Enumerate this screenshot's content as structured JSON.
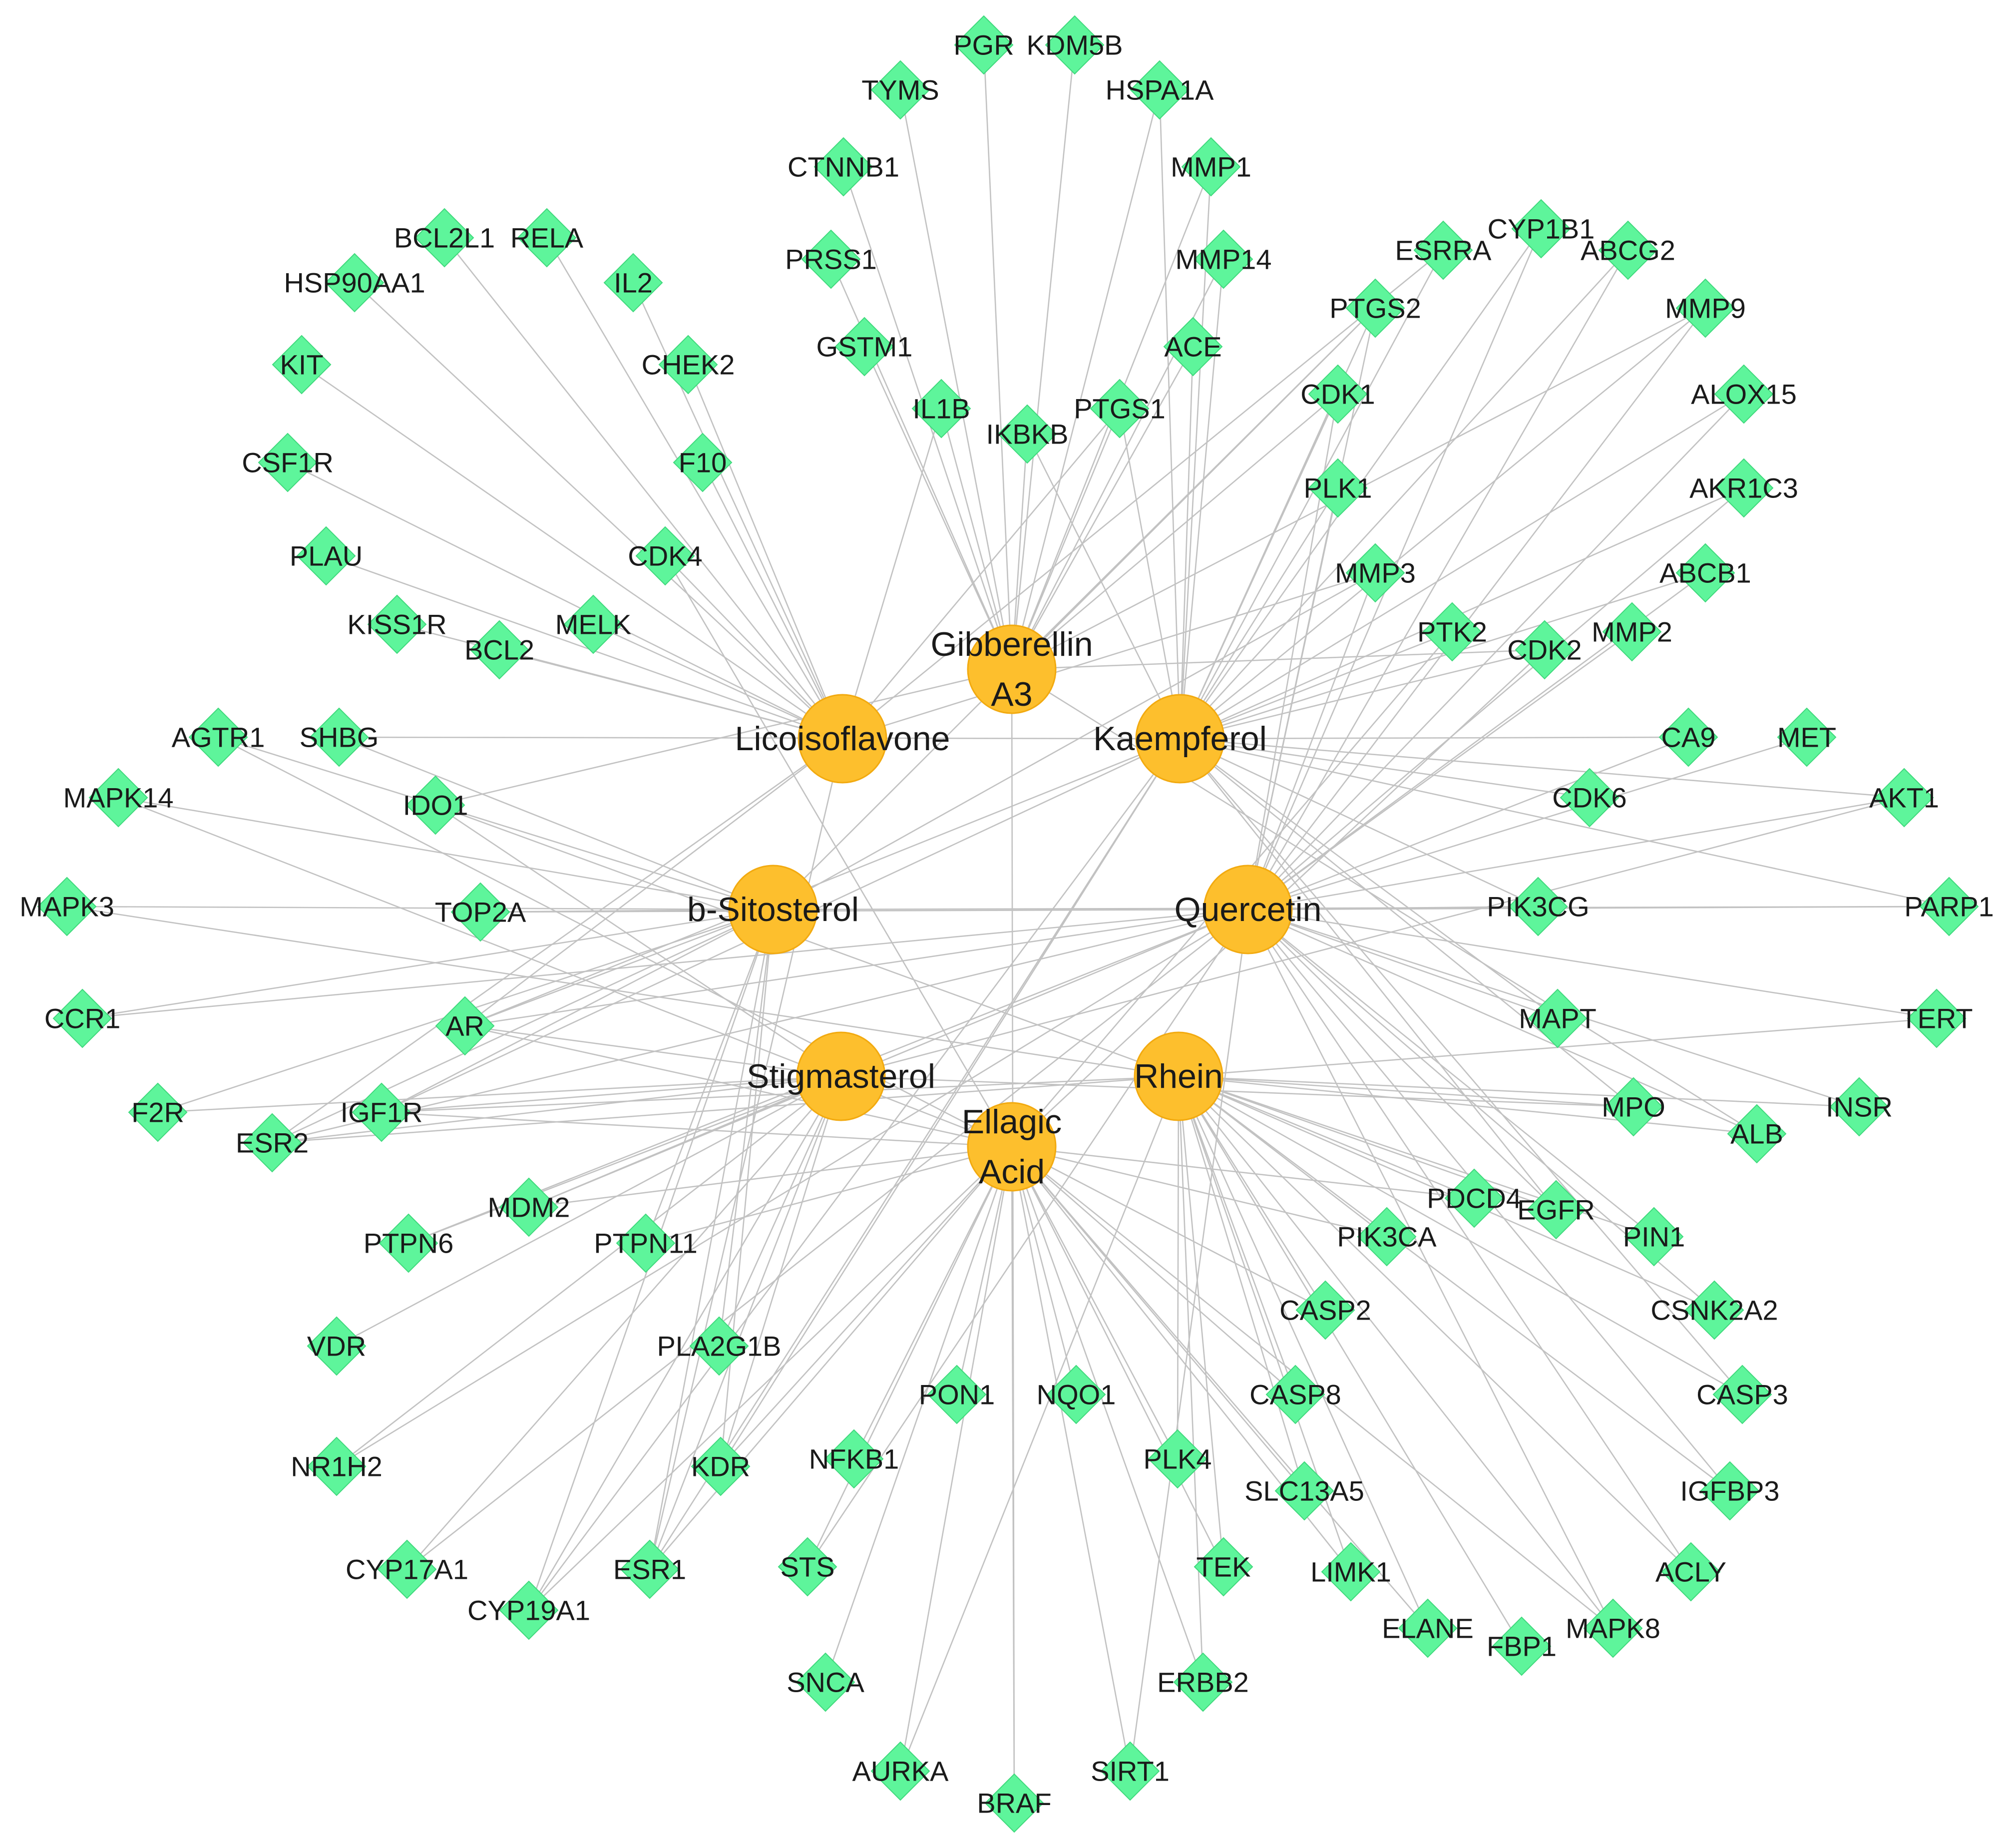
{
  "colors": {
    "compound_fill": "#fdbf2d",
    "target_fill": "#5ef59b",
    "edge": "#c2c2c2"
  },
  "compounds": [
    {
      "id": "gibberellin",
      "lines": [
        "Gibberellin",
        "A3"
      ]
    },
    {
      "id": "licoisoflavone",
      "lines": [
        "Licoisoflavone"
      ]
    },
    {
      "id": "kaempferol",
      "lines": [
        "Kaempferol"
      ]
    },
    {
      "id": "sitosterol",
      "lines": [
        "b-Sitosterol"
      ]
    },
    {
      "id": "quercetin",
      "lines": [
        "Quercetin"
      ]
    },
    {
      "id": "stigmasterol",
      "lines": [
        "Stigmasterol"
      ]
    },
    {
      "id": "rhein",
      "lines": [
        "Rhein"
      ]
    },
    {
      "id": "ellagic",
      "lines": [
        "Ellagic",
        "Acid"
      ]
    }
  ],
  "targets": [
    "PGR",
    "KDM5B",
    "TYMS",
    "HSPA1A",
    "CTNNB1",
    "MMP1",
    "PRSS1",
    "MMP14",
    "GSTM1",
    "ACE",
    "IL1B",
    "IKBKB",
    "PTGS1",
    "BCL2L1",
    "RELA",
    "HSP90AA1",
    "IL2",
    "CHEK2",
    "KIT",
    "CSF1R",
    "F10",
    "PLAU",
    "CDK4",
    "KISS1R",
    "BCL2",
    "MELK",
    "ESRRA",
    "CYP1B1",
    "ABCG2",
    "PTGS2",
    "MMP9",
    "CDK1",
    "ALOX15",
    "PLK1",
    "AKR1C3",
    "MMP3",
    "ABCB1",
    "PTK2",
    "CDK2",
    "MMP2",
    "CA9",
    "MET",
    "CDK6",
    "AKT1",
    "PARP1",
    "PIK3CG",
    "MAPT",
    "TERT",
    "MPO",
    "INSR",
    "ALB",
    "AGTR1",
    "SHBG",
    "MAPK14",
    "IDO1",
    "MAPK3",
    "TOP2A",
    "CCR1",
    "AR",
    "F2R",
    "IGF1R",
    "ESR2",
    "MDM2",
    "PTPN6",
    "PTPN11",
    "VDR",
    "PLA2G1B",
    "NR1H2",
    "KDR",
    "CYP17A1",
    "CYP19A1",
    "ESR1",
    "PON1",
    "NQO1",
    "NFKB1",
    "STS",
    "SNCA",
    "AURKA",
    "BRAF",
    "SIRT1",
    "PLK4",
    "TEK",
    "ERBB2",
    "PDCD4",
    "EGFR",
    "PIK3CA",
    "PIN1",
    "CASP2",
    "CSNK2A2",
    "CASP8",
    "CASP3",
    "SLC13A5",
    "IGFBP3",
    "LIMK1",
    "ACLY",
    "ELANE",
    "FBP1",
    "MAPK8"
  ],
  "edges": [
    [
      "gibberellin",
      "PGR"
    ],
    [
      "gibberellin",
      "KDM5B"
    ],
    [
      "gibberellin",
      "TYMS"
    ],
    [
      "gibberellin",
      "HSPA1A"
    ],
    [
      "gibberellin",
      "CTNNB1"
    ],
    [
      "gibberellin",
      "MMP1"
    ],
    [
      "gibberellin",
      "PRSS1"
    ],
    [
      "gibberellin",
      "MMP14"
    ],
    [
      "gibberellin",
      "GSTM1"
    ],
    [
      "gibberellin",
      "ACE"
    ],
    [
      "gibberellin",
      "IL1B"
    ],
    [
      "gibberellin",
      "IKBKB"
    ],
    [
      "gibberellin",
      "PTGS1"
    ],
    [
      "gibberellin",
      "PTGS2"
    ],
    [
      "gibberellin",
      "CDK1"
    ],
    [
      "gibberellin",
      "MMP9"
    ],
    [
      "gibberellin",
      "CDK2"
    ],
    [
      "gibberellin",
      "ALB"
    ],
    [
      "gibberellin",
      "BRAF"
    ],
    [
      "gibberellin",
      "IDO1"
    ],
    [
      "licoisoflavone",
      "BCL2L1"
    ],
    [
      "licoisoflavone",
      "RELA"
    ],
    [
      "licoisoflavone",
      "HSP90AA1"
    ],
    [
      "licoisoflavone",
      "IL2"
    ],
    [
      "licoisoflavone",
      "CHEK2"
    ],
    [
      "licoisoflavone",
      "KIT"
    ],
    [
      "licoisoflavone",
      "CSF1R"
    ],
    [
      "licoisoflavone",
      "F10"
    ],
    [
      "licoisoflavone",
      "PLAU"
    ],
    [
      "licoisoflavone",
      "CDK4"
    ],
    [
      "licoisoflavone",
      "KISS1R"
    ],
    [
      "licoisoflavone",
      "BCL2"
    ],
    [
      "licoisoflavone",
      "MELK"
    ],
    [
      "licoisoflavone",
      "ESRRA"
    ],
    [
      "licoisoflavone",
      "IL1B"
    ],
    [
      "licoisoflavone",
      "PTGS1"
    ],
    [
      "licoisoflavone",
      "AR"
    ],
    [
      "licoisoflavone",
      "ESR2"
    ],
    [
      "licoisoflavone",
      "ESR1"
    ],
    [
      "licoisoflavone",
      "MMP3"
    ],
    [
      "kaempferol",
      "ESRRA"
    ],
    [
      "kaempferol",
      "CYP1B1"
    ],
    [
      "kaempferol",
      "ABCG2"
    ],
    [
      "kaempferol",
      "PTGS2"
    ],
    [
      "kaempferol",
      "MMP9"
    ],
    [
      "kaempferol",
      "CDK1"
    ],
    [
      "kaempferol",
      "ALOX15"
    ],
    [
      "kaempferol",
      "PLK1"
    ],
    [
      "kaempferol",
      "AKR1C3"
    ],
    [
      "kaempferol",
      "ABCB1"
    ],
    [
      "kaempferol",
      "PTK2"
    ],
    [
      "kaempferol",
      "CDK2"
    ],
    [
      "kaempferol",
      "CA9"
    ],
    [
      "kaempferol",
      "CDK6"
    ],
    [
      "kaempferol",
      "AKT1"
    ],
    [
      "kaempferol",
      "PARP1"
    ],
    [
      "kaempferol",
      "PIK3CG"
    ],
    [
      "kaempferol",
      "MAPT"
    ],
    [
      "kaempferol",
      "PTGS1"
    ],
    [
      "kaempferol",
      "HSPA1A"
    ],
    [
      "kaempferol",
      "MMP1"
    ],
    [
      "kaempferol",
      "MMP14"
    ],
    [
      "kaempferol",
      "ACE"
    ],
    [
      "kaempferol",
      "IKBKB"
    ],
    [
      "kaempferol",
      "AR"
    ],
    [
      "kaempferol",
      "IGF1R"
    ],
    [
      "kaempferol",
      "ESR1"
    ],
    [
      "kaempferol",
      "CYP19A1"
    ],
    [
      "kaempferol",
      "KDR"
    ],
    [
      "kaempferol",
      "EGFR"
    ],
    [
      "kaempferol",
      "MPO"
    ],
    [
      "kaempferol",
      "CASP3"
    ],
    [
      "kaempferol",
      "SHBG"
    ],
    [
      "sitosterol",
      "SHBG"
    ],
    [
      "sitosterol",
      "AGTR1"
    ],
    [
      "sitosterol",
      "MAPK14"
    ],
    [
      "sitosterol",
      "MAPK3"
    ],
    [
      "sitosterol",
      "TOP2A"
    ],
    [
      "sitosterol",
      "CCR1"
    ],
    [
      "sitosterol",
      "AR"
    ],
    [
      "sitosterol",
      "F2R"
    ],
    [
      "sitosterol",
      "IGF1R"
    ],
    [
      "sitosterol",
      "ESR2"
    ],
    [
      "sitosterol",
      "PTPN11"
    ],
    [
      "sitosterol",
      "PLA2G1B"
    ],
    [
      "sitosterol",
      "KDR"
    ],
    [
      "sitosterol",
      "CYP19A1"
    ],
    [
      "sitosterol",
      "ESR1"
    ],
    [
      "sitosterol",
      "PARP1"
    ],
    [
      "sitosterol",
      "MMP3"
    ],
    [
      "sitosterol",
      "PTGS2"
    ],
    [
      "quercetin",
      "CYP1B1"
    ],
    [
      "quercetin",
      "ABCG2"
    ],
    [
      "quercetin",
      "MMP9"
    ],
    [
      "quercetin",
      "ALOX15"
    ],
    [
      "quercetin",
      "AKR1C3"
    ],
    [
      "quercetin",
      "ABCB1"
    ],
    [
      "quercetin",
      "MMP2"
    ],
    [
      "quercetin",
      "CA9"
    ],
    [
      "quercetin",
      "MET"
    ],
    [
      "quercetin",
      "AKT1"
    ],
    [
      "quercetin",
      "PARP1"
    ],
    [
      "quercetin",
      "PIK3CG"
    ],
    [
      "quercetin",
      "TERT"
    ],
    [
      "quercetin",
      "MAPT"
    ],
    [
      "quercetin",
      "INSR"
    ],
    [
      "quercetin",
      "ALB"
    ],
    [
      "quercetin",
      "EGFR"
    ],
    [
      "quercetin",
      "PIN1"
    ],
    [
      "quercetin",
      "CSNK2A2"
    ],
    [
      "quercetin",
      "IGFBP3"
    ],
    [
      "quercetin",
      "ACLY"
    ],
    [
      "quercetin",
      "MAPK8"
    ],
    [
      "quercetin",
      "TOP2A"
    ],
    [
      "quercetin",
      "AR"
    ],
    [
      "quercetin",
      "ESR2"
    ],
    [
      "quercetin",
      "MDM2"
    ],
    [
      "quercetin",
      "PTPN6"
    ],
    [
      "quercetin",
      "NR1H2"
    ],
    [
      "quercetin",
      "CYP17A1"
    ],
    [
      "quercetin",
      "STS"
    ],
    [
      "quercetin",
      "SIRT1"
    ],
    [
      "quercetin",
      "PTGS2"
    ],
    [
      "quercetin",
      "CDK1"
    ],
    [
      "quercetin",
      "PLK1"
    ],
    [
      "quercetin",
      "MMP3"
    ],
    [
      "quercetin",
      "CCR1"
    ],
    [
      "stigmasterol",
      "AR"
    ],
    [
      "stigmasterol",
      "ESR2"
    ],
    [
      "stigmasterol",
      "IGF1R"
    ],
    [
      "stigmasterol",
      "MDM2"
    ],
    [
      "stigmasterol",
      "PTPN6"
    ],
    [
      "stigmasterol",
      "VDR"
    ],
    [
      "stigmasterol",
      "NR1H2"
    ],
    [
      "stigmasterol",
      "CYP17A1"
    ],
    [
      "stigmasterol",
      "CYP19A1"
    ],
    [
      "stigmasterol",
      "ESR1"
    ],
    [
      "stigmasterol",
      "KDR"
    ],
    [
      "stigmasterol",
      "PLA2G1B"
    ],
    [
      "stigmasterol",
      "IDO1"
    ],
    [
      "stigmasterol",
      "AKT1"
    ],
    [
      "stigmasterol",
      "MPO"
    ],
    [
      "stigmasterol",
      "F2R"
    ],
    [
      "rhein",
      "PDCD4"
    ],
    [
      "rhein",
      "EGFR"
    ],
    [
      "rhein",
      "PIK3CA"
    ],
    [
      "rhein",
      "PIN1"
    ],
    [
      "rhein",
      "CASP2"
    ],
    [
      "rhein",
      "CSNK2A2"
    ],
    [
      "rhein",
      "CASP8"
    ],
    [
      "rhein",
      "CASP3"
    ],
    [
      "rhein",
      "SLC13A5"
    ],
    [
      "rhein",
      "IGFBP3"
    ],
    [
      "rhein",
      "LIMK1"
    ],
    [
      "rhein",
      "ACLY"
    ],
    [
      "rhein",
      "ELANE"
    ],
    [
      "rhein",
      "FBP1"
    ],
    [
      "rhein",
      "MAPK8"
    ],
    [
      "rhein",
      "MPO"
    ],
    [
      "rhein",
      "ALB"
    ],
    [
      "rhein",
      "INSR"
    ],
    [
      "rhein",
      "TERT"
    ],
    [
      "rhein",
      "TEK"
    ],
    [
      "rhein",
      "ERBB2"
    ],
    [
      "rhein",
      "PLK4"
    ],
    [
      "rhein",
      "AURKA"
    ],
    [
      "rhein",
      "IGF1R"
    ],
    [
      "rhein",
      "ESR2"
    ],
    [
      "rhein",
      "MAPK3"
    ],
    [
      "rhein",
      "IDO1"
    ],
    [
      "ellagic",
      "PON1"
    ],
    [
      "ellagic",
      "NQO1"
    ],
    [
      "ellagic",
      "NFKB1"
    ],
    [
      "ellagic",
      "STS"
    ],
    [
      "ellagic",
      "SNCA"
    ],
    [
      "ellagic",
      "AURKA"
    ],
    [
      "ellagic",
      "BRAF"
    ],
    [
      "ellagic",
      "SIRT1"
    ],
    [
      "ellagic",
      "PLK4"
    ],
    [
      "ellagic",
      "TEK"
    ],
    [
      "ellagic",
      "ERBB2"
    ],
    [
      "ellagic",
      "ESR1"
    ],
    [
      "ellagic",
      "KDR"
    ],
    [
      "ellagic",
      "CYP19A1"
    ],
    [
      "ellagic",
      "PTPN11"
    ],
    [
      "ellagic",
      "MDM2"
    ],
    [
      "ellagic",
      "PDCD4"
    ],
    [
      "ellagic",
      "CASP2"
    ],
    [
      "ellagic",
      "PIK3CA"
    ],
    [
      "ellagic",
      "CASP8"
    ],
    [
      "ellagic",
      "SLC13A5"
    ],
    [
      "ellagic",
      "LIMK1"
    ],
    [
      "ellagic",
      "MAPK8"
    ],
    [
      "ellagic",
      "ELANE"
    ],
    [
      "ellagic",
      "AR"
    ],
    [
      "ellagic",
      "IGF1R"
    ],
    [
      "ellagic",
      "CDK2"
    ],
    [
      "ellagic",
      "PTK2"
    ],
    [
      "ellagic",
      "CDK4"
    ],
    [
      "ellagic",
      "MAPK14"
    ],
    [
      "ellagic",
      "AGTR1"
    ]
  ]
}
